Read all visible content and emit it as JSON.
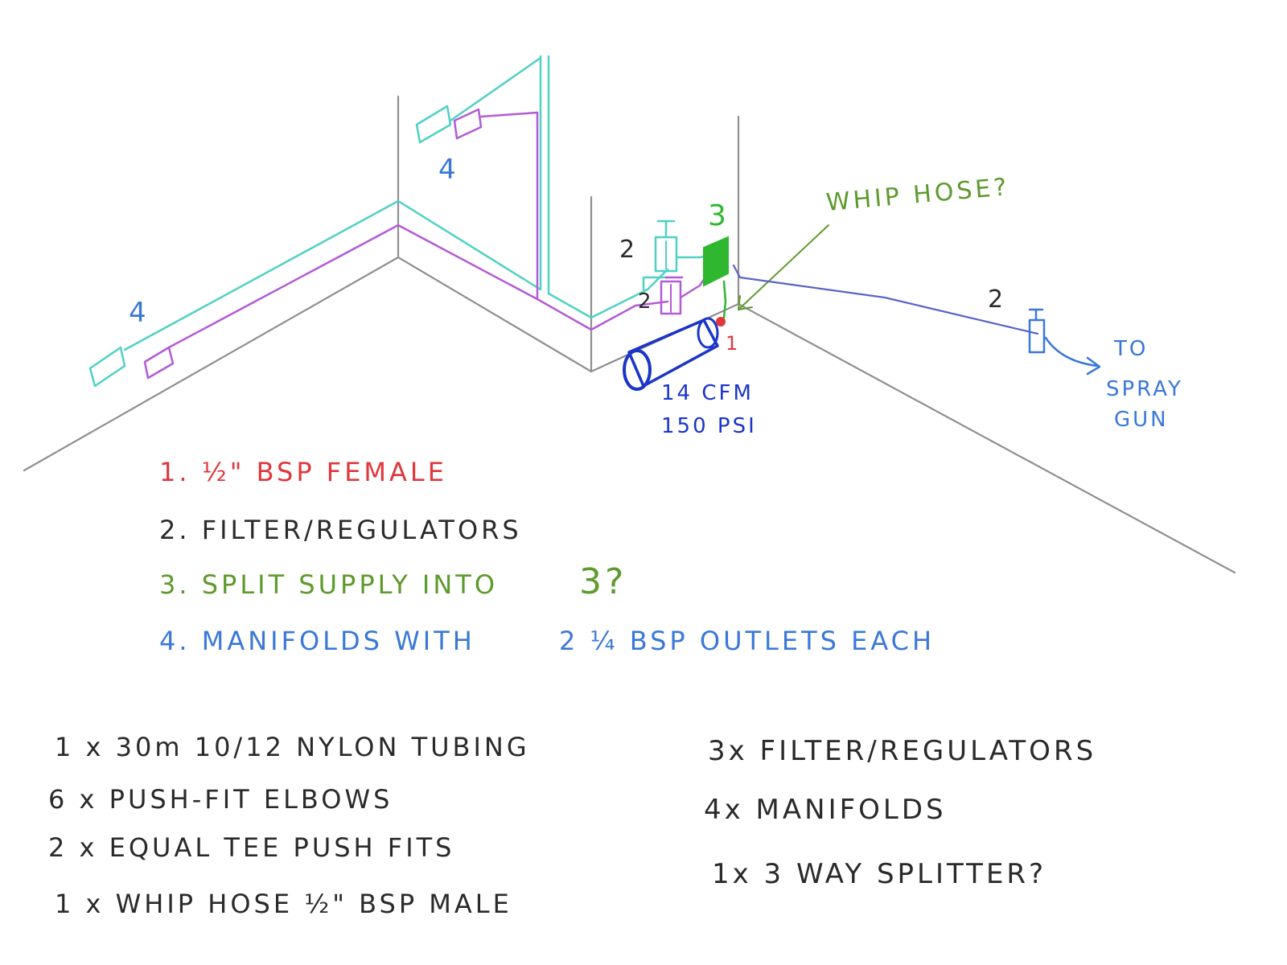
{
  "colors": {
    "wall": "#8a8a8a",
    "cyan": "#4fd1c5",
    "purple": "#b35ad6",
    "green": "#2fb82f",
    "navy": "#1a35c8",
    "blue": "#3a78d8",
    "red": "#e0363b",
    "ink": "#2a2a2a",
    "olive": "#5d9a2c",
    "hose": "#5a64c8"
  },
  "diagram": {
    "label_manifold_left": "4",
    "label_manifold_top": "4",
    "label_regulator_upper": "2",
    "label_regulator_lower": "2",
    "label_splitter": "3",
    "label_outlet": "1",
    "label_regulator_right": "2",
    "whip_hose": "WHIP HOSE?",
    "compressor_line1": "14 CFM",
    "compressor_line2": "150 PSI",
    "to_spray_1": "TO",
    "to_spray_2": "SPRAY",
    "to_spray_3": "GUN"
  },
  "key": {
    "item1": "1. ½\" BSP FEMALE",
    "item2": "2. FILTER/REGULATORS",
    "item3_text": "3. SPLIT SUPPLY INTO",
    "item3_num": "3?",
    "item4_a": "4. MANIFOLDS WITH",
    "item4_b": "2 ¼ BSP OUTLETS EACH"
  },
  "parts_left": [
    "1 x 30m 10/12 NYLON TUBING",
    "6 x PUSH-FIT ELBOWS",
    "2 x EQUAL TEE PUSH FITS",
    "1 x WHIP HOSE ½\" BSP MALE"
  ],
  "parts_right": [
    "3x FILTER/REGULATORS",
    "4x MANIFOLDS",
    "1x 3 WAY SPLITTER?"
  ]
}
